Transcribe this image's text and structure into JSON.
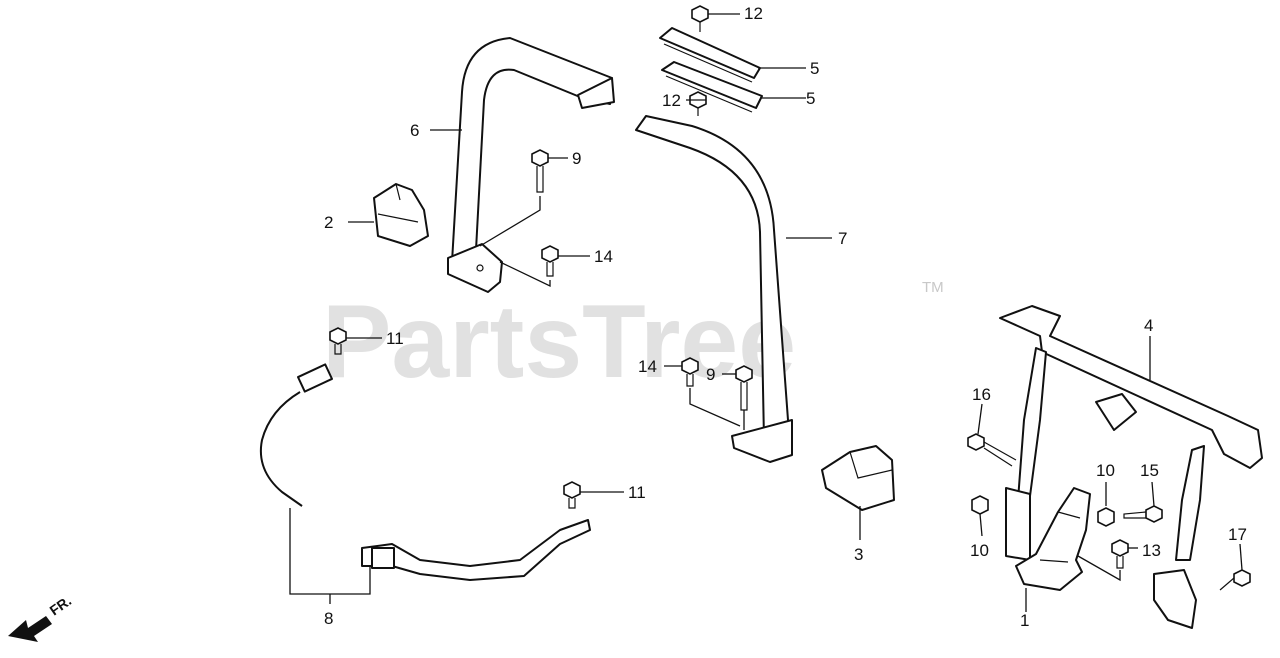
{
  "watermark": {
    "text": "PartsTree",
    "trademark": "TM"
  },
  "front_indicator": {
    "label": "FR."
  },
  "callouts": {
    "c1": "1",
    "c2": "2",
    "c3": "3",
    "c4": "4",
    "c5a": "5",
    "c5b": "5",
    "c6": "6",
    "c7": "7",
    "c8": "8",
    "c9a": "9",
    "c9b": "9",
    "c10a": "10",
    "c10b": "10",
    "c11a": "11",
    "c11b": "11",
    "c12a": "12",
    "c12b": "12",
    "c13": "13",
    "c14a": "14",
    "c14b": "14",
    "c15": "15",
    "c16": "16",
    "c17": "17"
  }
}
